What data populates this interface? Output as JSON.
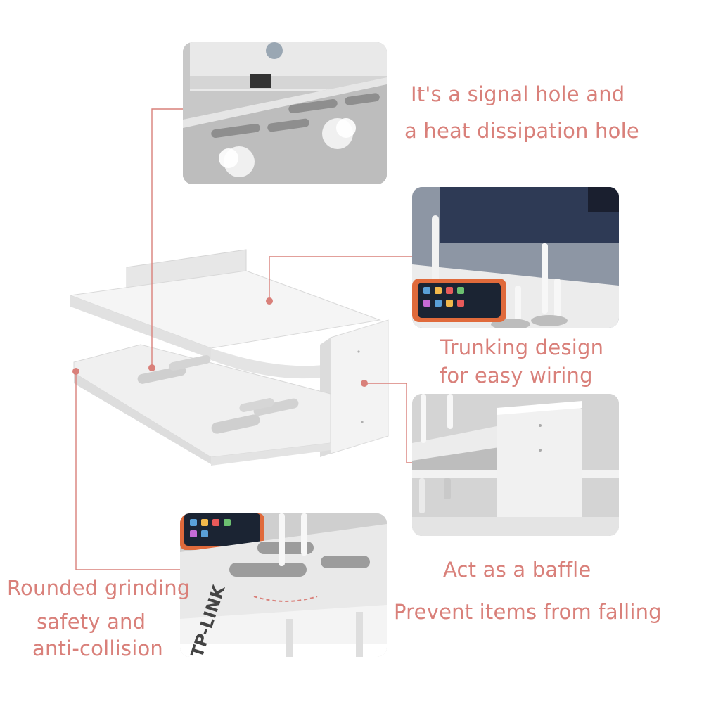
{
  "captions": {
    "signal_line1": "It's a signal hole and",
    "signal_line2": "a heat dissipation hole",
    "trunking_line1": "Trunking design",
    "trunking_line2": "for easy wiring",
    "baffle_line1": "Act as a baffle",
    "baffle_line2": "Prevent items from falling",
    "rounded_line1": "Rounded grinding",
    "rounded_line2": "safety and",
    "rounded_line3": "anti-collision"
  },
  "brand_text": "TP-LINK",
  "colors": {
    "caption": "#d9807a",
    "leader": "#d9807a",
    "shelf": "#f4f4f4",
    "panel": "#c9c9c9"
  }
}
